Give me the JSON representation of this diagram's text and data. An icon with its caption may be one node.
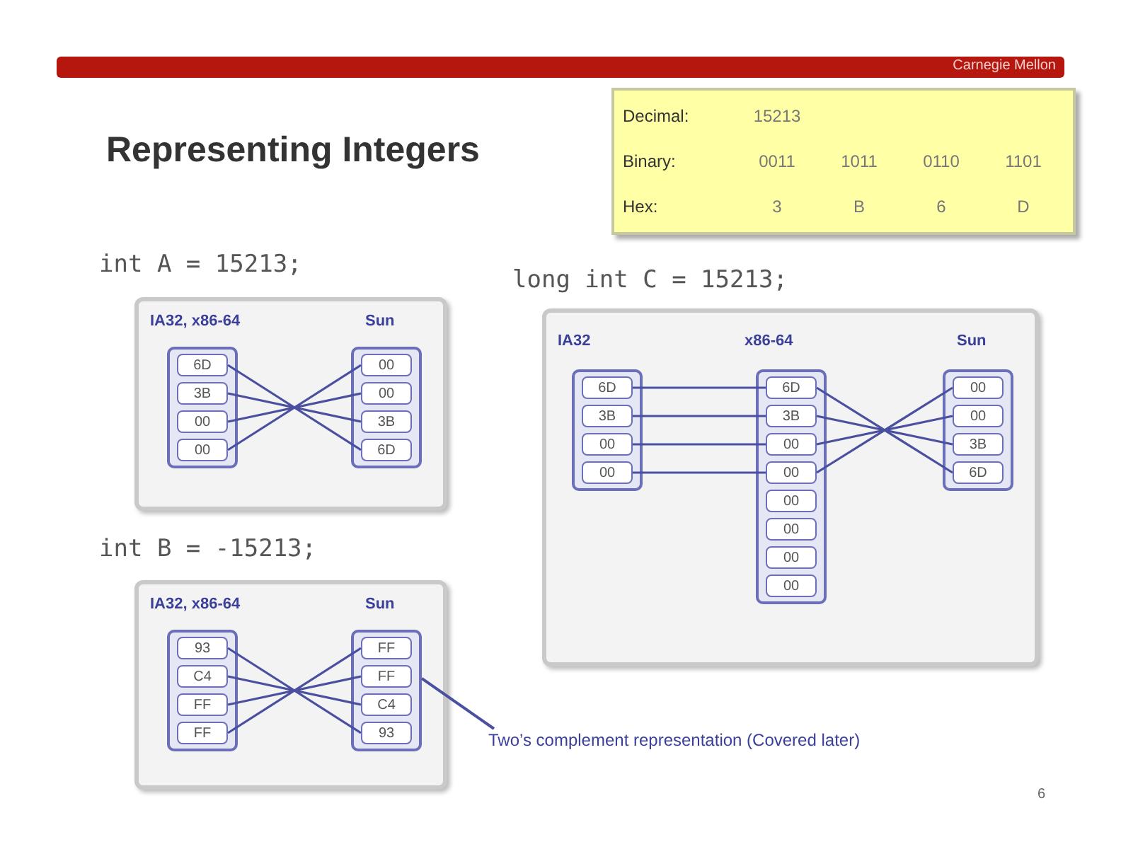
{
  "diagram": {
    "title": "Representing Integers",
    "nodes": [
      {
        "text": [
          "Decimal:",
          "15213",
          "Binary:",
          "0011",
          "1011",
          "0110",
          "1101",
          "Hex:",
          "3",
          "B",
          "6",
          "D"
        ]
      },
      {
        "text": [
          "int A = 15213;",
          "IA32, x86-64",
          "Sun"
        ]
      },
      {
        "text": [],
        "shape": "box",
        "in": 1
      },
      {
        "text": [
          "6D"
        ],
        "in": 2
      },
      {
        "text": [
          "3B"
        ],
        "in": 2
      },
      {
        "text": [
          "00"
        ],
        "in": 2
      },
      {
        "text": [
          "00"
        ],
        "in": 2
      },
      {
        "text": [],
        "shape": "box",
        "in": 1
      },
      {
        "text": [
          "00"
        ],
        "in": 7
      },
      {
        "text": [
          "00"
        ],
        "in": 7
      },
      {
        "text": [
          "3B"
        ],
        "in": 7
      },
      {
        "text": [
          "6D"
        ],
        "in": 7
      },
      {
        "text": [
          "int B = -15213;",
          "IA32, x86-64",
          "Sun"
        ]
      },
      {
        "text": [],
        "shape": "box",
        "in": 12
      },
      {
        "text": [
          "93"
        ],
        "in": 13
      },
      {
        "text": [
          "C4"
        ],
        "in": 13
      },
      {
        "text": [
          "FF"
        ],
        "in": 13
      },
      {
        "text": [
          "FF"
        ],
        "in": 13
      },
      {
        "text": [],
        "shape": "box",
        "in": 12
      },
      {
        "text": [
          "FF"
        ],
        "in": 18
      },
      {
        "text": [
          "FF"
        ],
        "in": 18
      },
      {
        "text": [
          "C4"
        ],
        "in": 18
      },
      {
        "text": [
          "93"
        ],
        "in": 18
      },
      {
        "text": [
          "long int C = 15213;",
          "IA32",
          "x86-64",
          "Sun"
        ]
      },
      {
        "text": [],
        "shape": "box",
        "in": 23
      },
      {
        "text": [
          "6D"
        ],
        "in": 24
      },
      {
        "text": [
          "3B"
        ],
        "in": 24
      },
      {
        "text": [
          "00"
        ],
        "in": 24
      },
      {
        "text": [
          "00"
        ],
        "in": 24
      },
      {
        "text": [],
        "shape": "box",
        "in": 23
      },
      {
        "text": [
          "6D"
        ],
        "in": 29
      },
      {
        "text": [
          "3B"
        ],
        "in": 29
      },
      {
        "text": [
          "00"
        ],
        "in": 29
      },
      {
        "text": [
          "00"
        ],
        "in": 29
      },
      {
        "text": [
          "00"
        ],
        "in": 29
      },
      {
        "text": [
          "00"
        ],
        "in": 29
      },
      {
        "text": [
          "00"
        ],
        "in": 29
      },
      {
        "text": [
          "00"
        ],
        "in": 29
      },
      {
        "text": [],
        "shape": "box",
        "in": 23
      },
      {
        "text": [
          "00"
        ],
        "in": 38
      },
      {
        "text": [
          "00"
        ],
        "in": 38
      },
      {
        "text": [
          "3B"
        ],
        "in": 38
      },
      {
        "text": [
          "6D"
        ],
        "in": 38
      },
      {
        "text": [
          "Two’s complement representation (Covered later)"
        ]
      }
    ],
    "edges": [
      {
        "from": 3,
        "to": 11,
        "arrow": "none"
      },
      {
        "from": 4,
        "to": 10,
        "arrow": "none"
      },
      {
        "from": 5,
        "to": 9,
        "arrow": "none"
      },
      {
        "from": 6,
        "to": 8,
        "arrow": "none"
      },
      {
        "from": 14,
        "to": 22,
        "arrow": "none"
      },
      {
        "from": 15,
        "to": 21,
        "arrow": "none"
      },
      {
        "from": 16,
        "to": 20,
        "arrow": "none"
      },
      {
        "from": 17,
        "to": 19,
        "arrow": "none"
      },
      {
        "from": 25,
        "to": 30,
        "arrow": "none"
      },
      {
        "from": 26,
        "to": 31,
        "arrow": "none"
      },
      {
        "from": 27,
        "to": 32,
        "arrow": "none"
      },
      {
        "from": 28,
        "to": 33,
        "arrow": "none"
      },
      {
        "from": 30,
        "to": 42,
        "arrow": "none"
      },
      {
        "from": 31,
        "to": 41,
        "arrow": "none"
      },
      {
        "from": 32,
        "to": 40,
        "arrow": "none"
      },
      {
        "from": 33,
        "to": 39,
        "arrow": "none"
      },
      {
        "from": 43,
        "to": 18,
        "arrow": "none"
      }
    ],
    "labels": [
      "Carnegie Mellon",
      "6"
    ]
  }
}
